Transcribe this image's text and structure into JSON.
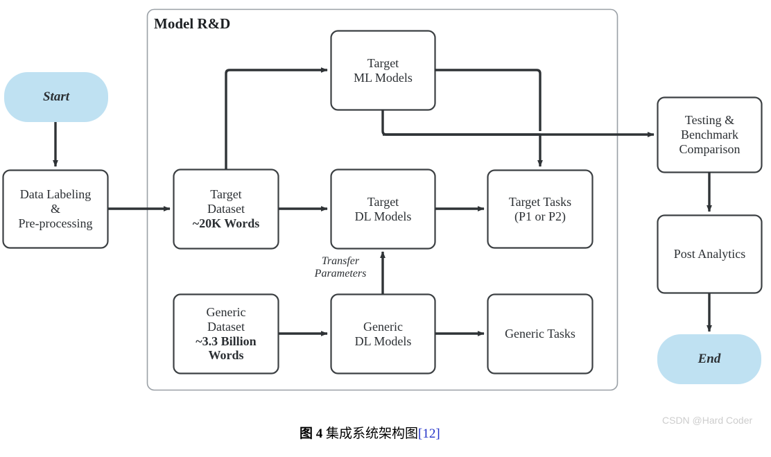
{
  "diagram": {
    "group": {
      "title": "Model R&D"
    },
    "terminals": [
      {
        "id": "start",
        "label": "Start",
        "fill": "#bfe1f2"
      },
      {
        "id": "end",
        "label": "End",
        "fill": "#bfe1f2"
      }
    ],
    "nodes": [
      {
        "id": "data-labeling",
        "lines": [
          {
            "text": "Data Labeling",
            "bold": false
          },
          {
            "text": "&",
            "bold": false
          },
          {
            "text": "Pre-processing",
            "bold": false
          }
        ]
      },
      {
        "id": "target-dataset",
        "lines": [
          {
            "text": "Target",
            "bold": false
          },
          {
            "text": "Dataset",
            "bold": false
          },
          {
            "text": "~20K Words",
            "bold": true
          }
        ]
      },
      {
        "id": "target-ml-models",
        "lines": [
          {
            "text": "Target",
            "bold": false
          },
          {
            "text": "ML Models",
            "bold": false
          }
        ]
      },
      {
        "id": "target-dl-models",
        "lines": [
          {
            "text": "Target",
            "bold": false
          },
          {
            "text": "DL Models",
            "bold": false
          }
        ]
      },
      {
        "id": "target-tasks",
        "lines": [
          {
            "text": "Target Tasks",
            "bold": false
          },
          {
            "text": "(P1 or P2)",
            "bold": false
          }
        ]
      },
      {
        "id": "generic-dataset",
        "lines": [
          {
            "text": "Generic",
            "bold": false
          },
          {
            "text": "Dataset",
            "bold": false
          },
          {
            "text": "~3.3 Billion",
            "bold": true
          },
          {
            "text": "Words",
            "bold": true
          }
        ]
      },
      {
        "id": "generic-dl-models",
        "lines": [
          {
            "text": "Generic",
            "bold": false
          },
          {
            "text": "DL Models",
            "bold": false
          }
        ]
      },
      {
        "id": "generic-tasks",
        "lines": [
          {
            "text": "Generic Tasks",
            "bold": false
          }
        ]
      },
      {
        "id": "testing-benchmark",
        "lines": [
          {
            "text": "Testing &",
            "bold": false
          },
          {
            "text": "Benchmark",
            "bold": false
          },
          {
            "text": "Comparison",
            "bold": false
          }
        ]
      },
      {
        "id": "post-analytics",
        "lines": [
          {
            "text": "Post Analytics",
            "bold": false
          }
        ]
      }
    ],
    "edge_labels": [
      {
        "id": "transfer-parameters",
        "line1": "Transfer",
        "line2": "Parameters"
      }
    ],
    "colors": {
      "terminal_fill": "#bfe1f2",
      "node_stroke": "#3c4043",
      "node_fill": "#ffffff",
      "group_stroke": "#9aa0a6",
      "connector": "#2f3336",
      "text": "#2b2f33",
      "caption_ref": "#2030c8",
      "watermark": "#cdcdcd"
    }
  },
  "caption": {
    "prefix": "图 4",
    "title": "集成系统架构图",
    "reference": "[12]"
  },
  "watermark": {
    "text": "CSDN @Hard Coder"
  }
}
